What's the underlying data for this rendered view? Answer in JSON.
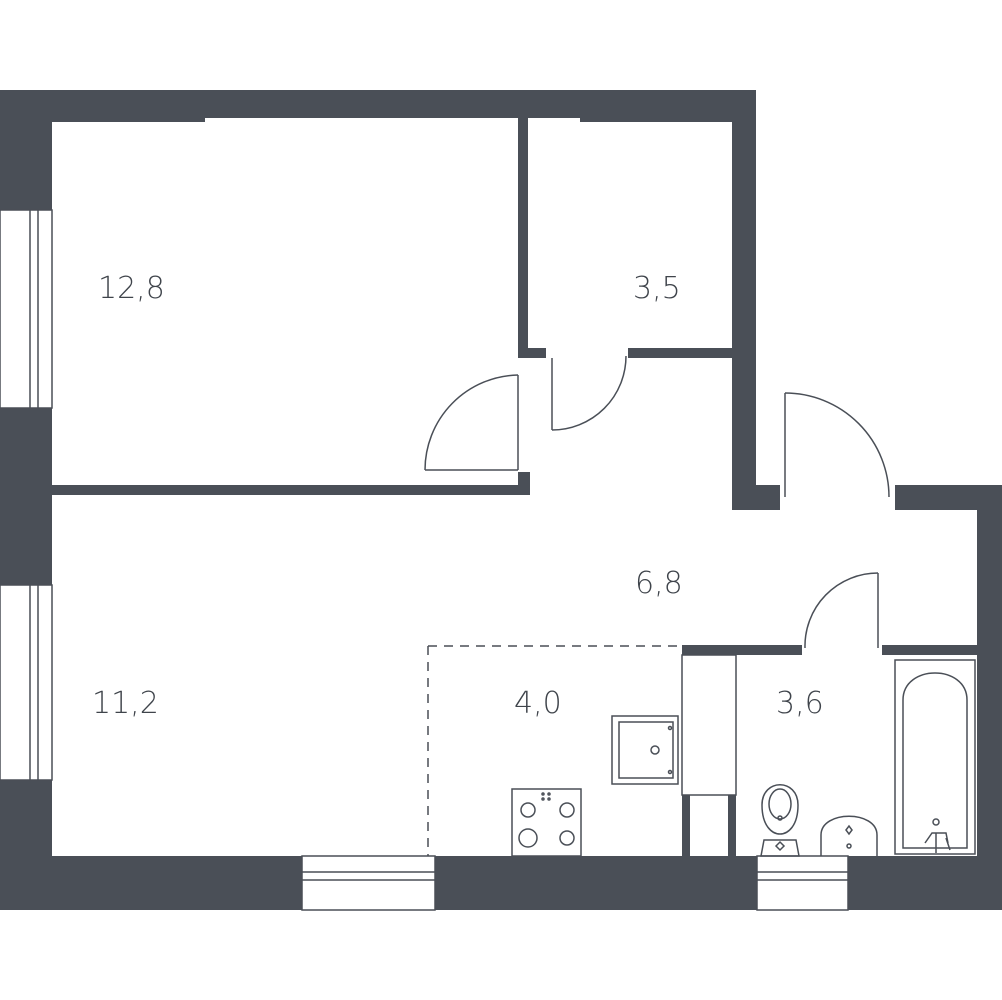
{
  "rooms": [
    {
      "id": "bedroom",
      "area": "12,8"
    },
    {
      "id": "storage",
      "area": "3,5"
    },
    {
      "id": "hall",
      "area": "6,8"
    },
    {
      "id": "living",
      "area": "11,2"
    },
    {
      "id": "kitchen",
      "area": "4,0"
    },
    {
      "id": "bathroom",
      "area": "3,6"
    }
  ],
  "colors": {
    "wall": "#4a4f57",
    "background": "#ffffff"
  }
}
